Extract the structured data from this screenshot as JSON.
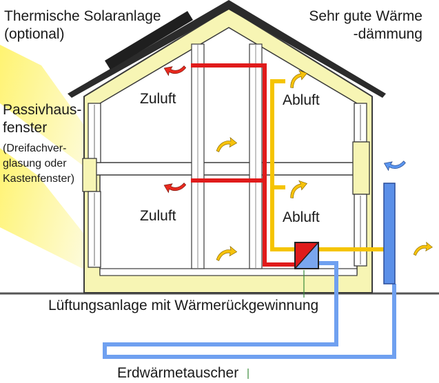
{
  "labels": {
    "solar_title": "Thermische Solaranlage",
    "solar_optional": "(optional)",
    "insulation_line1": "Sehr gute Wärme",
    "insulation_line2": "-dämmung",
    "window_line1": "Passivhaus-",
    "window_line2": "fenster",
    "window_line3": "(Dreifachver-",
    "window_line4": "glasung oder",
    "window_line5": "Kastenfenster)",
    "supply_air_upper": "Zuluft",
    "exhaust_air_upper": "Abluft",
    "supply_air_lower": "Zuluft",
    "exhaust_air_lower": "Abluft",
    "ventilation_unit": "Lüftungsanlage mit Wärmerückgewinnung",
    "ground_heat_exchanger": "Erdwärmetauscher"
  },
  "colors": {
    "wall_fill": "#f7f5b4",
    "outline": "#3a3a3a",
    "roof": "#2b2b2b",
    "supply_duct": "#e01b1b",
    "exhaust_duct": "#f5c400",
    "ground_duct": "#6fa0f0",
    "sun_ray": "#fbf7a0",
    "arrow_red": "#e8291f",
    "arrow_yellow": "#f6c20c",
    "arrow_blue": "#5b95ee"
  }
}
